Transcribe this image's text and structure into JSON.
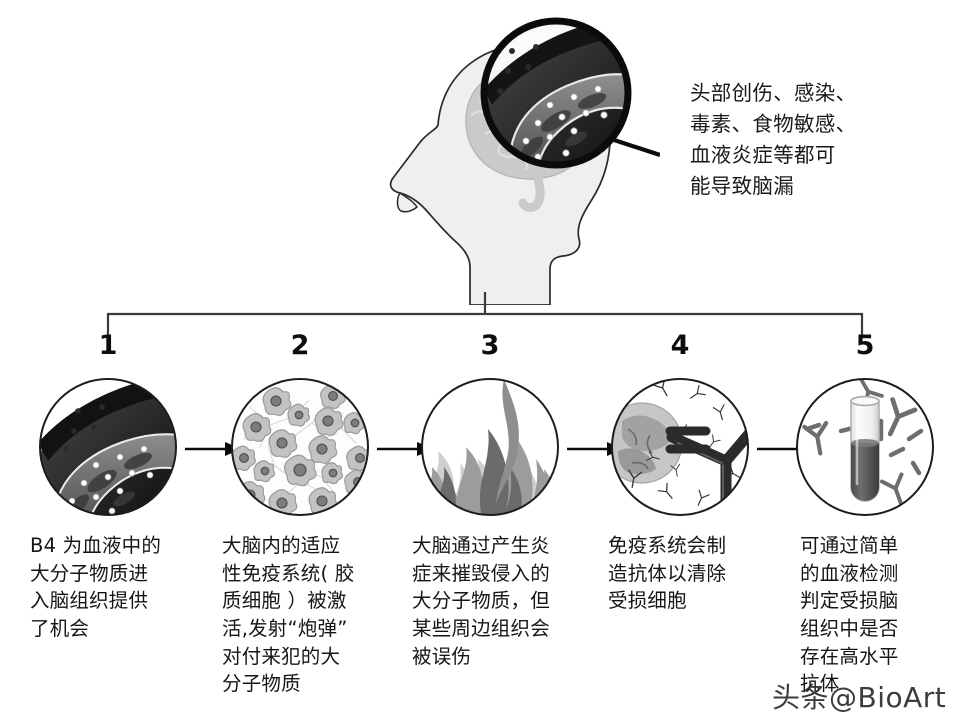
{
  "figure": {
    "annotation": "头部创伤、感染、\n毒素、食物敏感、\n血液炎症等都可\n能导致脑漏",
    "watermark": "头条@BioArt",
    "head_illustration_name": "human-head-with-brain-and-magnified-blood-brain-barrier"
  },
  "steps": [
    {
      "number": "1",
      "icon": "blood-brain-barrier-icon",
      "caption": "B4 为血液中的\n大分子物质进\n入脑组织提供\n了机会"
    },
    {
      "number": "2",
      "icon": "glial-cells-icon",
      "caption": "大脑内的适应\n性免疫系统( 胶\n质细胞 ）被激\n活,发射“炮弹”\n对付来犯的大\n分子物质"
    },
    {
      "number": "3",
      "icon": "inflammation-flames-icon",
      "caption": "大脑通过产生炎\n症来摧毁侵入的\n大分子物质，但\n某些周边组织会\n被误伤"
    },
    {
      "number": "4",
      "icon": "antibodies-damaged-cell-icon",
      "caption": "免疫系统会制\n造抗体以清除\n受损细胞"
    },
    {
      "number": "5",
      "icon": "blood-test-tube-icon",
      "caption": "可通过简单\n的血液检测\n判定受损脑\n组织中是否\n存在高水平\n抗体"
    }
  ],
  "colors": {
    "ink": "#161616",
    "line": "#3a3a3a",
    "vessel_dark": "#2e2e2e",
    "vessel_mid": "#6e6e6e",
    "head_fill": "#efefef",
    "brain_fill": "#c9c9c9",
    "flame_mid": "#9a9a9a",
    "flame_light": "#cfcfcf",
    "tube_blood": "#595959"
  }
}
